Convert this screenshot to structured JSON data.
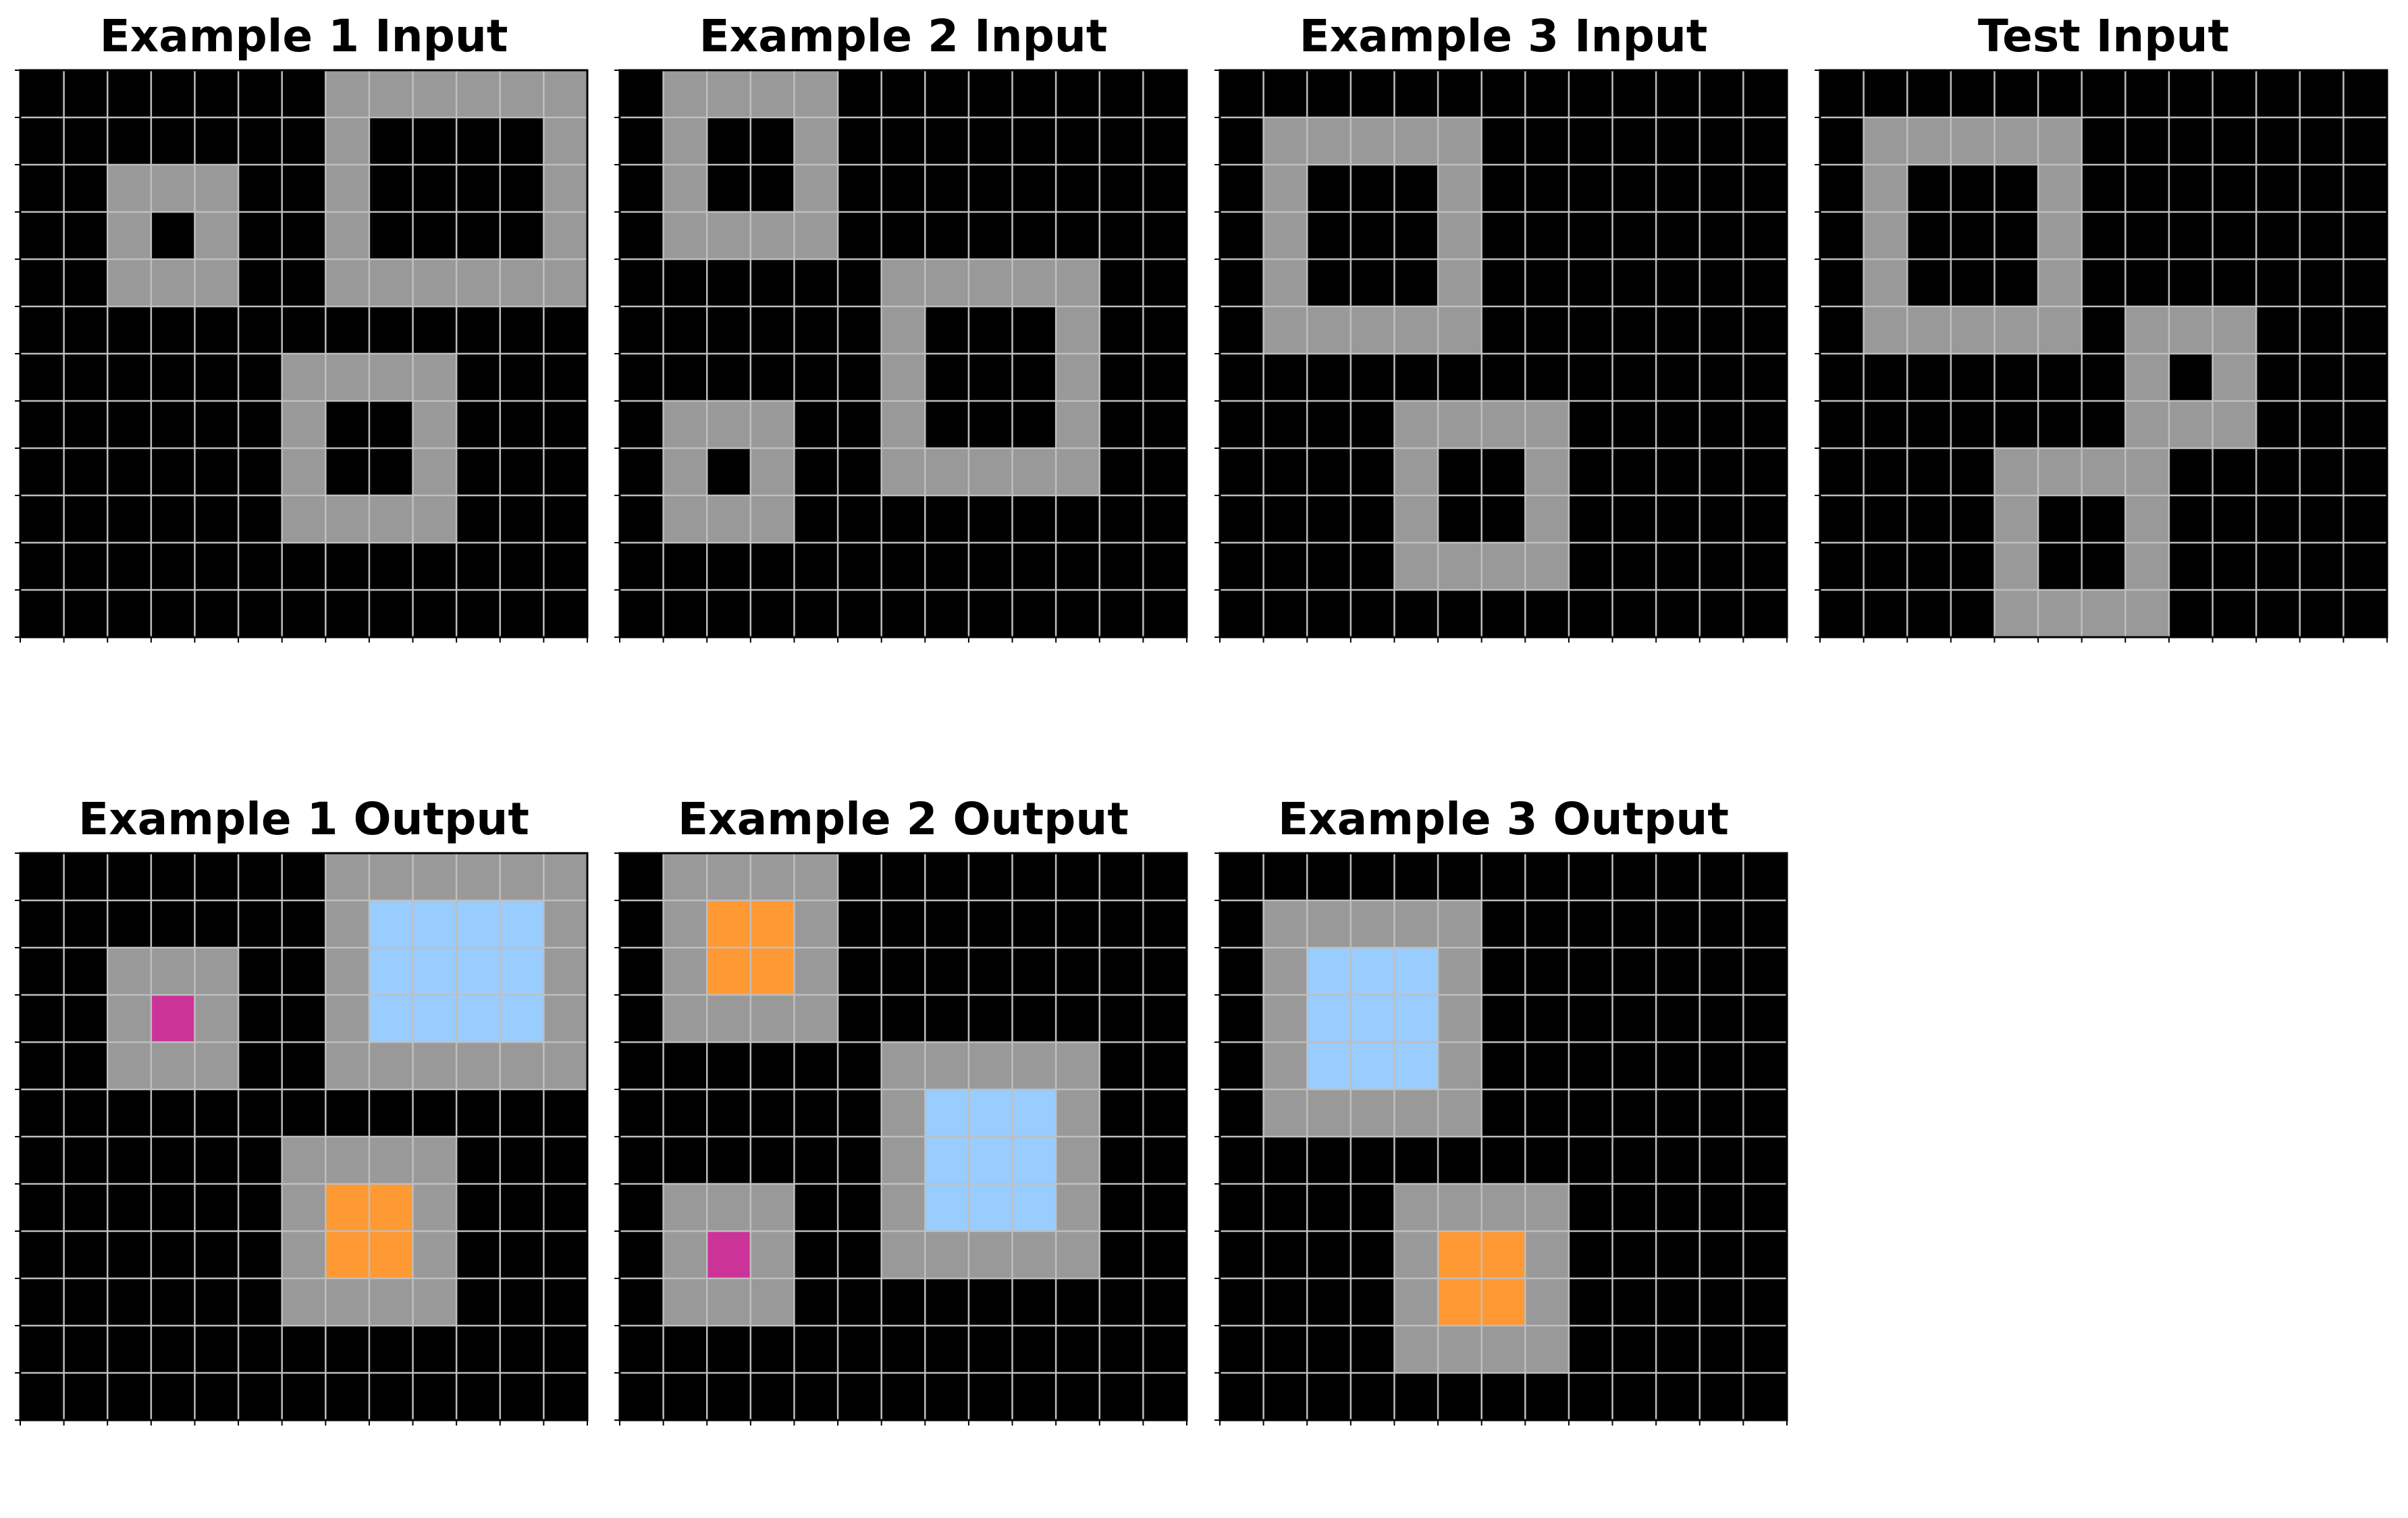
{
  "palette": {
    "0": "#000000",
    "5": "#999999",
    "6": "#cc3399",
    "7": "#ff9933",
    "8": "#99ccff",
    "grid_line": "#bfbfbf",
    "frame": "#000000"
  },
  "panels": [
    {
      "id": "ex1-input",
      "title": "Example 1 Input",
      "grid": [
        "0000000555555",
        "0000000500005",
        "0055500500005",
        "0050500500005",
        "0055500555555",
        "0000000000000",
        "0000005555000",
        "0000005005000",
        "0000005005000",
        "0000005555000",
        "0000000000000",
        "0000000000000"
      ]
    },
    {
      "id": "ex2-input",
      "title": "Example 2 Input",
      "grid": [
        "0555500000000",
        "0500500000000",
        "0500500000000",
        "0555500000000",
        "0000005555500",
        "0000005000500",
        "0000005000500",
        "0555005000500",
        "0505005555500",
        "0555000000000",
        "0000000000000",
        "0000000000000"
      ]
    },
    {
      "id": "ex3-input",
      "title": "Example 3 Input",
      "grid": [
        "0000000000000",
        "0555550000000",
        "0500050000000",
        "0500050000000",
        "0500050000000",
        "0555550000000",
        "0000000000000",
        "0000555500000",
        "0000500500000",
        "0000500500000",
        "0000555500000",
        "0000000000000"
      ]
    },
    {
      "id": "test-input",
      "title": "Test Input",
      "grid": [
        "0000000000000",
        "0555550000000",
        "0500050000000",
        "0500050000000",
        "0500050000000",
        "0555550555000",
        "0000000505000",
        "0000000555000",
        "0000555500000",
        "0000500500000",
        "0000500500000",
        "0000555500000"
      ]
    },
    {
      "id": "ex1-output",
      "title": "Example 1 Output",
      "grid": [
        "0000000555555",
        "0000000588885",
        "0055500588885",
        "0056500588885",
        "0055500555555",
        "0000000000000",
        "0000005555000",
        "0000005775000",
        "0000005775000",
        "0000005555000",
        "0000000000000",
        "0000000000000"
      ]
    },
    {
      "id": "ex2-output",
      "title": "Example 2 Output",
      "grid": [
        "0555500000000",
        "0577500000000",
        "0577500000000",
        "0555500000000",
        "0000005555500",
        "0000005888500",
        "0000005888500",
        "0555005888500",
        "0565005555500",
        "0555000000000",
        "0000000000000",
        "0000000000000"
      ]
    },
    {
      "id": "ex3-output",
      "title": "Example 3 Output",
      "grid": [
        "0000000000000",
        "0555550000000",
        "0588850000000",
        "0588850000000",
        "0588850000000",
        "0555550000000",
        "0000000000000",
        "0000555500000",
        "0000577500000",
        "0000577500000",
        "0000555500000",
        "0000000000000"
      ]
    }
  ]
}
